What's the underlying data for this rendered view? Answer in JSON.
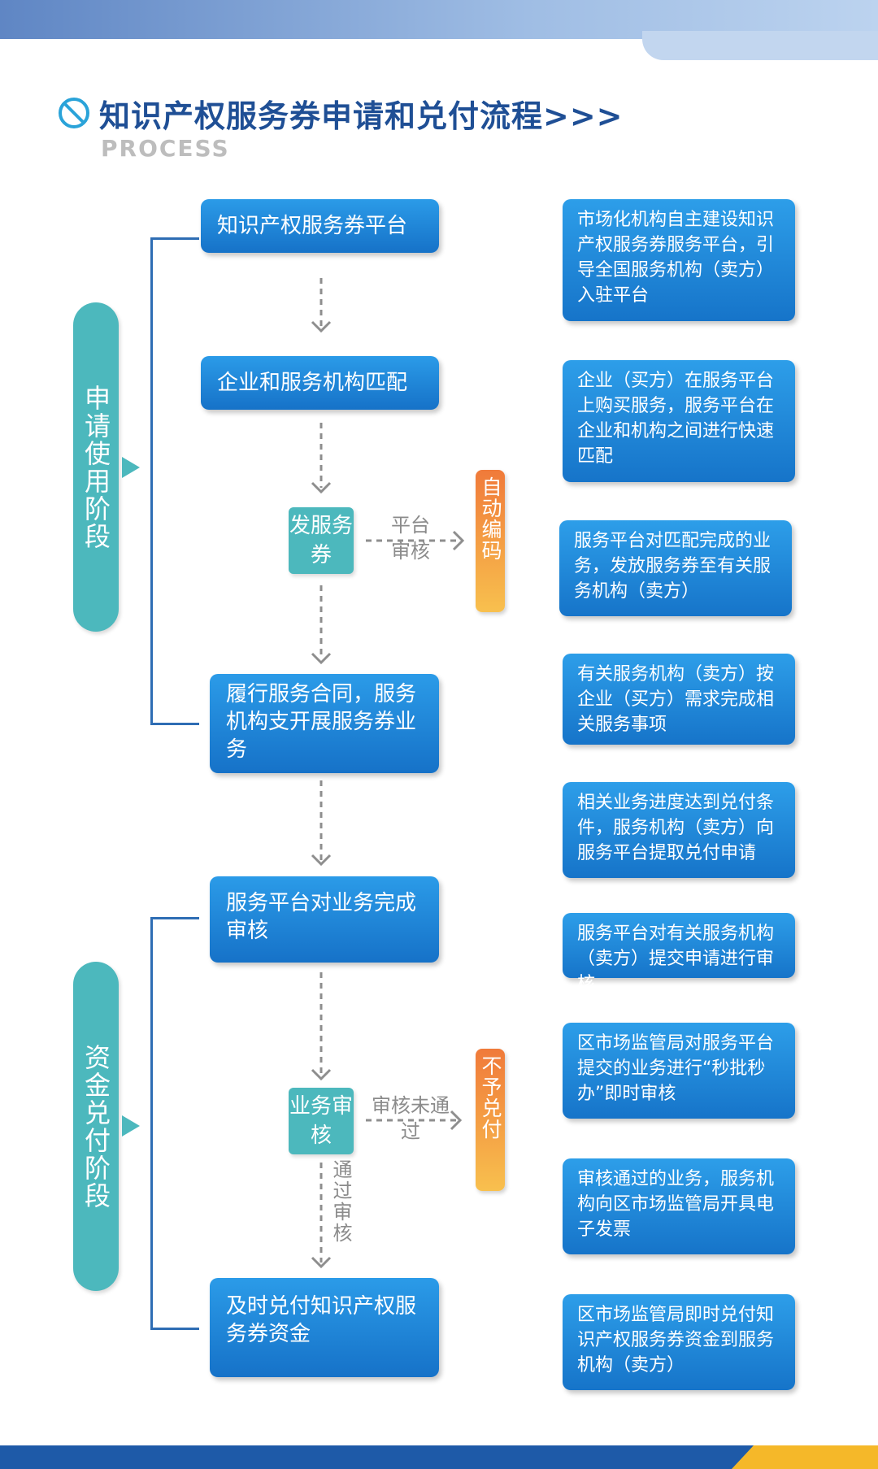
{
  "header": {
    "title": "知识产权服务券申请和兑付流程>>>",
    "subtitle": "PROCESS"
  },
  "stages": {
    "apply": "申请使用阶段",
    "pay": "资金兑付阶段"
  },
  "steps": {
    "s1": "知识产权服务券平台",
    "s2": "企业和服务机构匹配",
    "s3": "发服务券",
    "s4": "履行服务合同，服务机构支开展服务券业务",
    "s5": "服务平台对业务完成审核",
    "s6": "业务审核",
    "s7": "及时兑付知识产权服务券资金"
  },
  "branches": {
    "auto_code": "自动编码",
    "platform_review": "平台审核",
    "no_pay": "不予兑付",
    "review_fail": "审核未通过",
    "review_pass": "通过审核"
  },
  "descriptions": [
    "市场化机构自主建设知识产权服务券服务平台，引导全国服务机构（卖方）入驻平台",
    "企业（买方）在服务平台上购买服务，服务平台在企业和机构之间进行快速匹配",
    "服务平台对匹配完成的业务，发放服务券至有关服务机构（卖方）",
    "有关服务机构（卖方）按企业（买方）需求完成相关服务事项",
    "相关业务进度达到兑付条件，服务机构（卖方）向服务平台提取兑付申请",
    "服务平台对有关服务机构（卖方）提交申请进行审核",
    "区市场监管局对服务平台提交的业务进行“秒批秒办”即时审核",
    "审核通过的业务，服务机构向区市场监管局开具电子发票",
    "区市场监管局即时兑付知识产权服务券资金到服务机构（卖方）"
  ],
  "colors": {
    "primary_blue": "#1a7fd6",
    "teal": "#4cb8bd",
    "orange": "#f39c3a",
    "title_blue": "#1f4f95"
  }
}
